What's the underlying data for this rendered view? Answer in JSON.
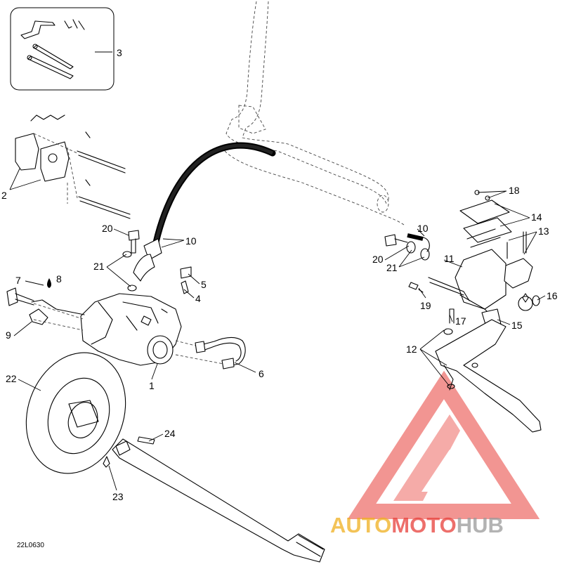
{
  "diagram": {
    "code_label": "22L0630",
    "callouts": [
      {
        "id": "c1",
        "text": "1"
      },
      {
        "id": "c2",
        "text": "2"
      },
      {
        "id": "c3",
        "text": "3"
      },
      {
        "id": "c4",
        "text": "4"
      },
      {
        "id": "c5",
        "text": "5"
      },
      {
        "id": "c6",
        "text": "6"
      },
      {
        "id": "c7",
        "text": "7"
      },
      {
        "id": "c8",
        "text": "8"
      },
      {
        "id": "c9",
        "text": "9"
      },
      {
        "id": "c10a",
        "text": "10"
      },
      {
        "id": "c10b",
        "text": "10"
      },
      {
        "id": "c11",
        "text": "11"
      },
      {
        "id": "c12",
        "text": "12"
      },
      {
        "id": "c13",
        "text": "13"
      },
      {
        "id": "c14",
        "text": "14"
      },
      {
        "id": "c15",
        "text": "15"
      },
      {
        "id": "c16",
        "text": "16"
      },
      {
        "id": "c17",
        "text": "17"
      },
      {
        "id": "c18",
        "text": "18"
      },
      {
        "id": "c19",
        "text": "19"
      },
      {
        "id": "c20a",
        "text": "20"
      },
      {
        "id": "c20b",
        "text": "20"
      },
      {
        "id": "c21a",
        "text": "21"
      },
      {
        "id": "c21b",
        "text": "21"
      },
      {
        "id": "c22",
        "text": "22"
      },
      {
        "id": "c23",
        "text": "23"
      },
      {
        "id": "c24",
        "text": "24"
      }
    ]
  },
  "watermark": {
    "part1": "AUTO",
    "part2": "MOTO",
    "part3": "HUB",
    "colors": {
      "logo_red": "#e8403a",
      "logo_gold": "#f0b020",
      "logo_gray": "#9a9a9a"
    }
  }
}
